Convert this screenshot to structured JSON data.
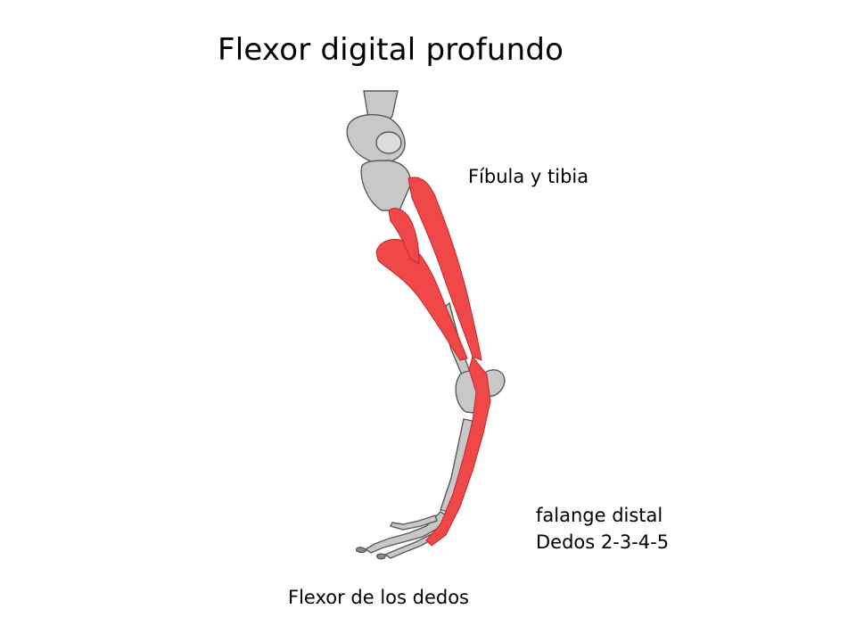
{
  "title": "Flexor digital profundo",
  "labels": {
    "origin": "Fíbula y tibia",
    "insertion_line1": "falange distal",
    "insertion_line2": "Dedos 2-3-4-5",
    "caption": "Flexor de los dedos"
  },
  "colors": {
    "muscle": "#f04848",
    "muscle_edge": "#c02828",
    "bone": "#c8c8c8",
    "bone_dark": "#6e6e6e",
    "background": "#ffffff"
  }
}
